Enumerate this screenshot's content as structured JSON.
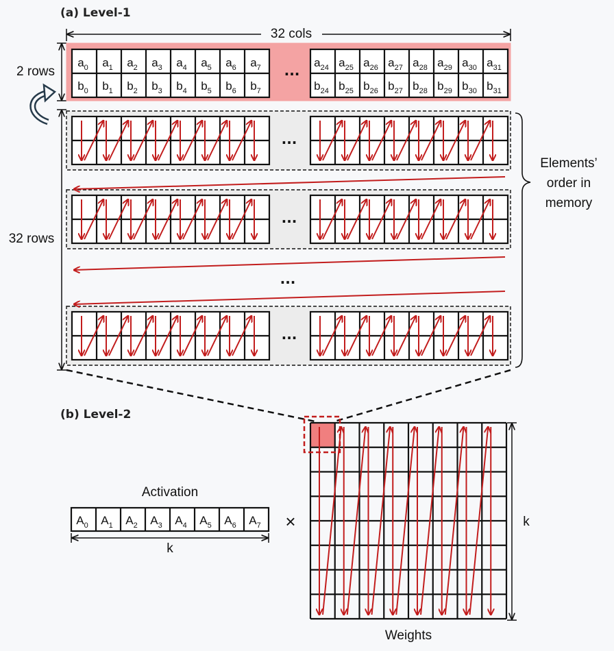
{
  "level1": {
    "heading": "(a) Level-1",
    "cols_label": "32 cols",
    "rows2_label": "2 rows",
    "rows32_label": "32 rows",
    "ellipsis": "...",
    "memory_note": [
      "Elements’",
      "order in",
      "memory"
    ],
    "row_a": {
      "prefix": "a",
      "first": [
        "0",
        "1",
        "2",
        "3",
        "4",
        "5",
        "6",
        "7"
      ],
      "last": [
        "24",
        "25",
        "26",
        "27",
        "28",
        "29",
        "30",
        "31"
      ]
    },
    "row_b": {
      "prefix": "b",
      "first": [
        "0",
        "1",
        "2",
        "3",
        "4",
        "5",
        "6",
        "7"
      ],
      "last": [
        "24",
        "25",
        "26",
        "27",
        "28",
        "29",
        "30",
        "31"
      ]
    }
  },
  "level2": {
    "heading": "(b) Level-2",
    "activation_label": "Activation",
    "activation_prefix": "A",
    "activation_subs": [
      "0",
      "1",
      "2",
      "3",
      "4",
      "5",
      "6",
      "7"
    ],
    "k_label": "k",
    "times_symbol": "×",
    "weights_label": "Weights",
    "weights_k_label": "k"
  },
  "colors": {
    "highlight": "#f4a3a3",
    "tile_highlight": "#f07f7f",
    "arrow": "#c21d1d",
    "gray_fill": "#ececec",
    "line": "#111111"
  }
}
